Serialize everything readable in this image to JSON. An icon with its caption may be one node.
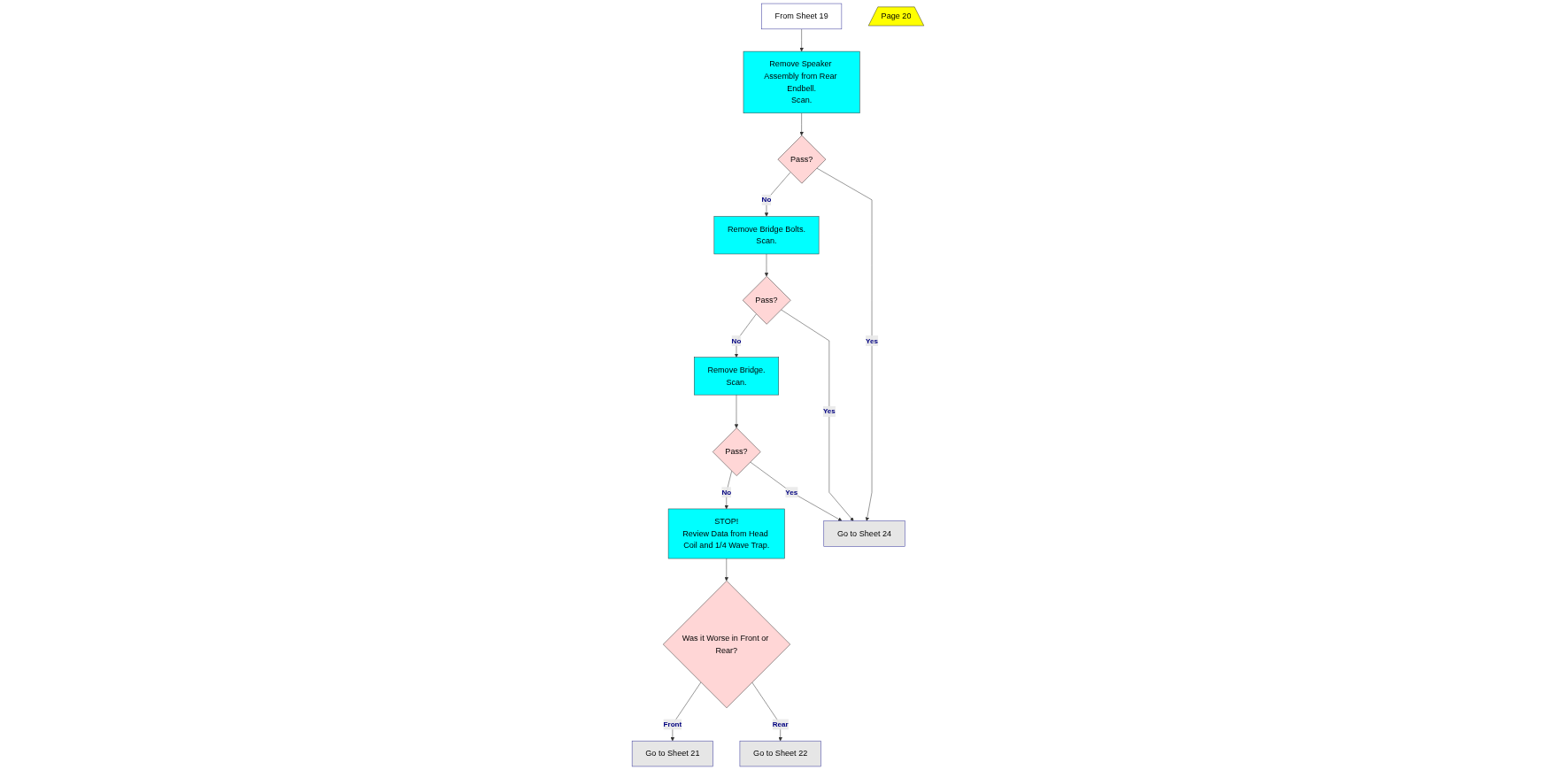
{
  "diagram": {
    "nodes": [
      {
        "text": [
          "From Sheet 19"
        ]
      },
      {
        "text": [
          "Remove Speaker Assembly from Rear Endbell.",
          "Scan."
        ]
      },
      {
        "text": [
          "Pass?"
        ]
      },
      {
        "text": [
          "Remove Bridge Bolts.",
          "Scan."
        ]
      },
      {
        "text": [
          "Pass?"
        ]
      },
      {
        "text": [
          "Remove Bridge.",
          "Scan."
        ]
      },
      {
        "text": [
          "Pass?"
        ]
      },
      {
        "text": [
          "STOP!",
          "Review Data from Head Coil and 1/4 Wave Trap."
        ]
      },
      {
        "text": [
          "Was it Worse in Front or Rear?"
        ]
      },
      {
        "text": [
          "Go to Sheet 21"
        ]
      },
      {
        "text": [
          "Go to Sheet 22"
        ]
      },
      {
        "text": [
          "Go to Sheet 24"
        ]
      },
      {
        "text": [
          "Page 20"
        ]
      }
    ],
    "edges": [
      {
        "from": 0,
        "to": 1,
        "arrow": "to"
      },
      {
        "from": 1,
        "to": 2,
        "arrow": "to"
      },
      {
        "from": 2,
        "to": 11,
        "label": "Yes",
        "arrow": "to"
      },
      {
        "from": 2,
        "to": 3,
        "label": "No",
        "arrow": "to"
      },
      {
        "from": 3,
        "to": 4,
        "arrow": "to"
      },
      {
        "from": 4,
        "to": 5,
        "label": "No",
        "arrow": "to"
      },
      {
        "from": 4,
        "to": 11,
        "label": "Yes",
        "arrow": "to"
      },
      {
        "from": 5,
        "to": 6,
        "arrow": "to"
      },
      {
        "from": 6,
        "to": 11,
        "label": "Yes",
        "arrow": "to"
      },
      {
        "from": 6,
        "to": 7,
        "label": "No",
        "arrow": "to"
      },
      {
        "from": 7,
        "to": 8,
        "arrow": "to"
      },
      {
        "from": 8,
        "to": 9,
        "label": "Front",
        "arrow": "to"
      },
      {
        "from": 8,
        "to": 10,
        "label": "Rear",
        "arrow": "to"
      }
    ]
  }
}
